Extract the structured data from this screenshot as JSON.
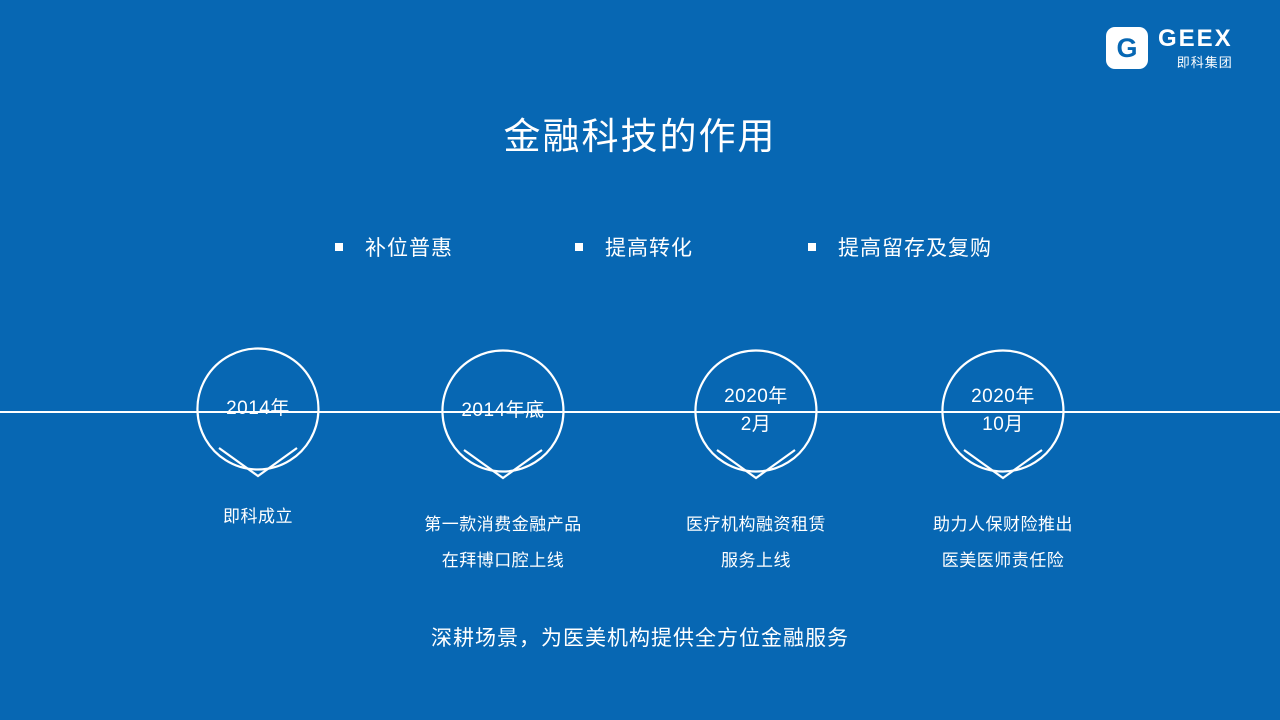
{
  "slide": {
    "background_color": "#0767b3",
    "text_color": "#ffffff",
    "title": "金融科技的作用"
  },
  "logo": {
    "mark_letter": "G",
    "wordmark": "GEEX",
    "subtitle": "即科集团"
  },
  "bullets": [
    {
      "label": "补位普惠"
    },
    {
      "label": "提高转化"
    },
    {
      "label": "提高留存及复购"
    }
  ],
  "timeline": {
    "milestones": [
      {
        "date_line1": "2014年",
        "date_line2": "",
        "caption_line1": "即科成立",
        "caption_line2": ""
      },
      {
        "date_line1": "2014年底",
        "date_line2": "",
        "caption_line1": "第一款消费金融产品",
        "caption_line2": "在拜博口腔上线"
      },
      {
        "date_line1": "2020年",
        "date_line2": "2月",
        "caption_line1": "医疗机构融资租赁",
        "caption_line2": "服务上线"
      },
      {
        "date_line1": "2020年",
        "date_line2": "10月",
        "caption_line1": "助力人保财险推出",
        "caption_line2": "医美医师责任险"
      }
    ]
  },
  "footer": {
    "note": "深耕场景，为医美机构提供全方位金融服务"
  }
}
